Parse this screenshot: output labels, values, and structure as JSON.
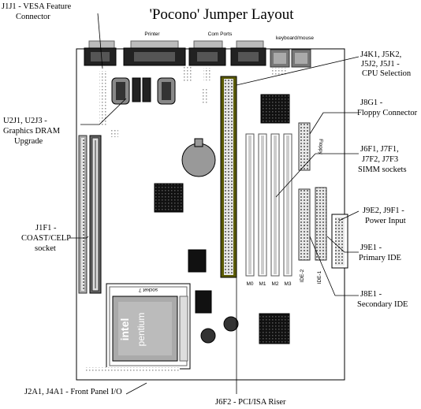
{
  "title": "'Pocono' Jumper Layout",
  "top_labels": {
    "printer": "Printer",
    "com_ports": "Com Ports",
    "keyboard_mouse": "keyboard/mouse"
  },
  "callouts": {
    "j1j1": [
      "J1J1 - VESA Feature",
      "Connector"
    ],
    "u2j1": [
      "U2J1, U2J3 -",
      "Graphics DRAM",
      "Upgrade"
    ],
    "j1f1": [
      "J1F1 -",
      "COAST/CELP",
      "socket"
    ],
    "j2a1": "J2A1, J4A1 - Front Panel I/O",
    "j6f2": "J6F2 - PCI/ISA Riser",
    "j4k1": [
      "J4K1, J5K2,",
      "J5J2, J5J1 -",
      "CPU Selection"
    ],
    "j8g1": [
      "J8G1 -",
      "Floppy Connector"
    ],
    "j6f1": [
      "J6F1, J7F1,",
      "J7F2, J7F3",
      "SIMM sockets"
    ],
    "j9e2": [
      "J9E2, J9F1 -",
      "Power Input"
    ],
    "j9e1": [
      "J9E1 -",
      "Primary IDE"
    ],
    "j8e1": [
      "J8E1 -",
      "Secondary IDE"
    ]
  },
  "board_labels": {
    "floppy": "Floppy",
    "ide2": "IDE-2",
    "ide1": "IDE-1",
    "simm": [
      "M0",
      "M1",
      "M2",
      "M3"
    ],
    "socket": "socket 7",
    "intel": "intel",
    "pentium": "pentium"
  }
}
